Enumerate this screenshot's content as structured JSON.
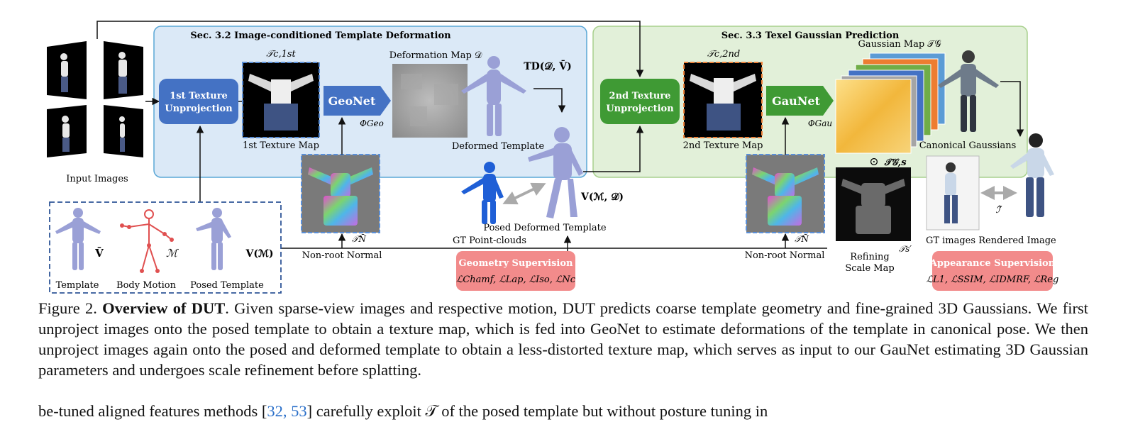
{
  "sections": {
    "deform": "Sec. 3.2  Image-conditioned Template Deformation",
    "gauss": "Sec. 3.3  Texel Gaussian Prediction"
  },
  "boxes": {
    "tex1_line1": "1st Texture",
    "tex1_line2": "Unprojection",
    "geonet": "GeoNet",
    "tex2_line1": "2nd Texture",
    "tex2_line2": "Unprojection",
    "gaunet": "GauNet"
  },
  "labels": {
    "input_images": "Input Images",
    "tc1": "𝒯c,1st",
    "texmap1": "1st Texture Map",
    "deformation_map": "Deformation Map 𝒟",
    "td": "TD(𝒟, V̄)",
    "phi_geo": "ΦGeo",
    "deformed_template": "Deformed Template",
    "tn_left": "𝒯N̄",
    "nonroot_left": "Non-root Normal",
    "gt_pointclouds": "GT Point-clouds",
    "v_md": "V(ℳ, 𝒟)",
    "posed_deformed": "Posed Deformed Template",
    "tc2": "𝒯c,2nd",
    "texmap2": "2nd Texture Map",
    "phi_gau": "ΦGau",
    "gaussian_map": "Gaussian Map 𝒯𝒢",
    "canonical_gaussians": "Canonical Gaussians",
    "odot": "⊙",
    "tgs": "𝒯𝒢,s",
    "tn_right": "𝒯N̄",
    "nonroot_right": "Non-root Normal",
    "ts": "𝒯s′",
    "refining1": "Refining",
    "refining2": "Scale Map",
    "gt_images": "GT images",
    "rendered_image": "Rendered Image",
    "i_prime": "ℐ̂′",
    "template": "Template",
    "v_bar": "V̄",
    "body_motion": "Body Motion",
    "m": "ℳ",
    "posed_template": "Posed Template",
    "v_m": "V(ℳ)"
  },
  "supervision": {
    "geo_title": "Geometry Supervision",
    "geo_losses": "ℒChamf, ℒLap, ℒIso, ℒNc",
    "app_title": "Appearance Supervision",
    "app_losses": "ℒL1, ℒSSIM, ℒIDMRF, ℒReg"
  },
  "caption": {
    "lead": "Figure 2. ",
    "title": "Overview of DUT",
    "body": ". Given sparse-view images and respective motion, DUT predicts coarse template geometry and fine-grained 3D Gaussians. We first unproject images onto the posed template to obtain a texture map, which is fed into GeoNet to estimate deformations of the template in canonical pose. We then unproject images again onto the posed and deformed template to obtain a less-distorted texture map, which serves as input to our GauNet estimating 3D Gaussian parameters and undergoes scale refinement before splatting."
  },
  "cut_text": {
    "before": "be-tuned aligned features methods [",
    "refs": "32, 53",
    "after": "] carefully exploit  𝒯 of the posed template but without posture tuning in"
  },
  "colors": {
    "blue_panel": "#dbe9f7",
    "green_panel": "#e2f0d9",
    "blue_box": "#4472c4",
    "green_box": "#3f9a34",
    "supervision": "#f28b8b",
    "mesh": "#9aa0d6",
    "skeleton": "#e05050",
    "pointcloud": "#1f5fd6"
  }
}
